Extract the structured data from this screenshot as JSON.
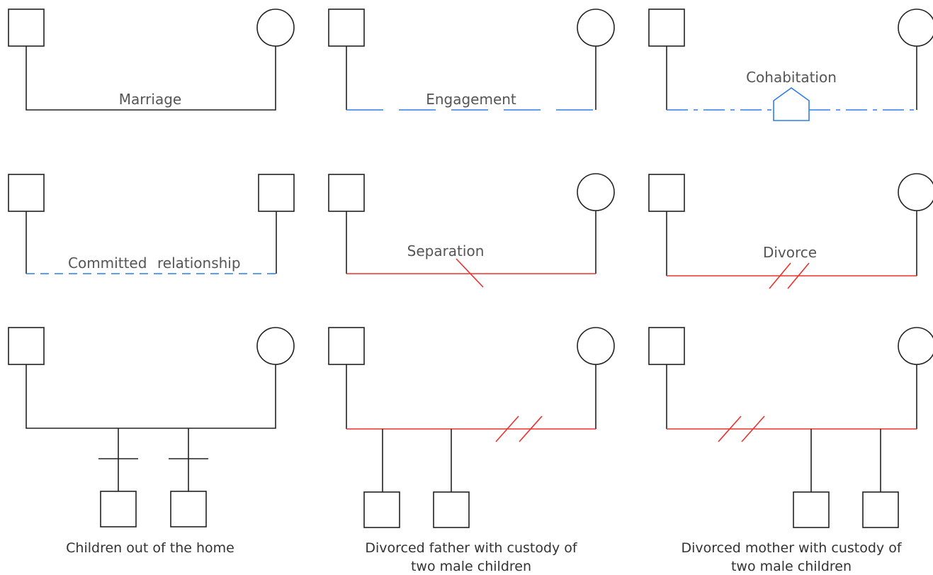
{
  "labels": {
    "marriage": "Marriage",
    "engagement": "Engagement",
    "cohabitation": "Cohabitation",
    "committed_a": "Committed",
    "committed_b": "relationship",
    "separation": "Separation",
    "divorce": "Divorce"
  },
  "captions": {
    "children_out": "Children out of the home",
    "father_line1": "Divorced father with custody of",
    "father_line2": "two male children",
    "mother_line1": "Divorced mother with custody of",
    "mother_line2": "two male children"
  },
  "colors": {
    "line": "#222222",
    "conflict_red": "#e8322f",
    "relationship_blue": "#2f7ee8"
  }
}
